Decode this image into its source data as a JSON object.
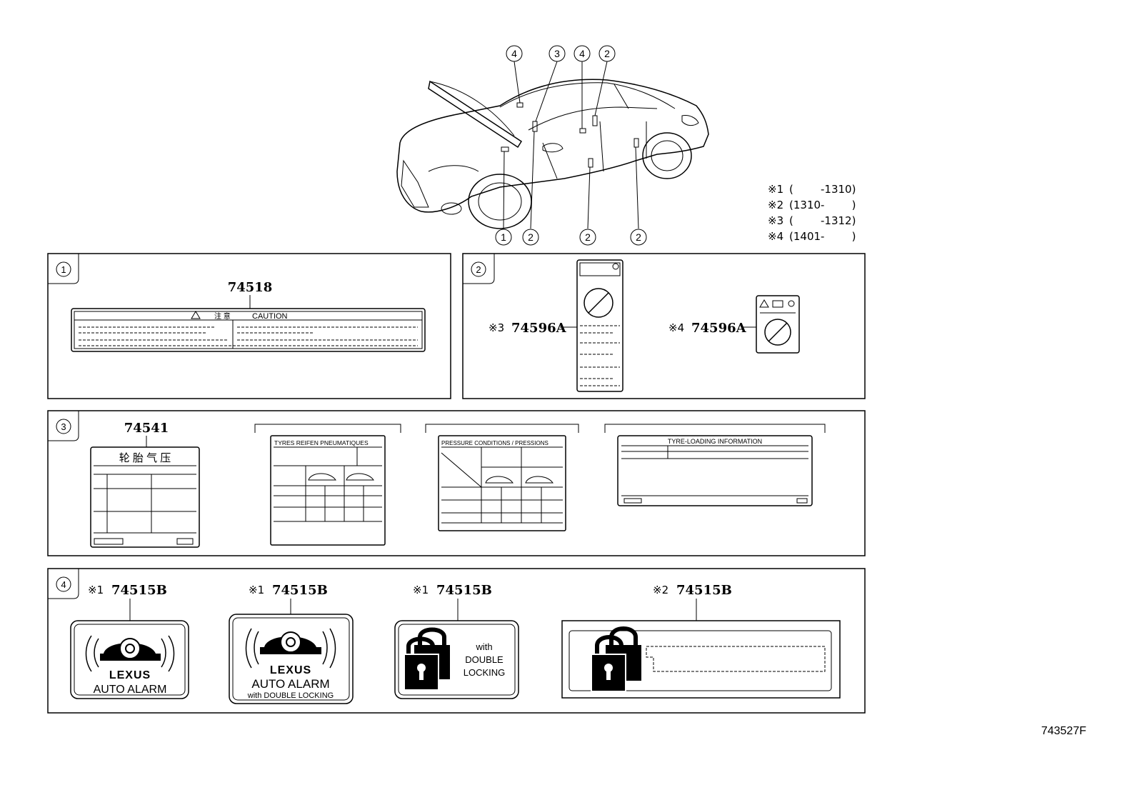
{
  "callouts_top": [
    "4",
    "3",
    "4",
    "2"
  ],
  "callouts_bottom": [
    "1",
    "2",
    "2",
    "2"
  ],
  "variant_notes": [
    {
      "mark": "※1",
      "range": "(        -1310)"
    },
    {
      "mark": "※2",
      "range": "(1310-        )"
    },
    {
      "mark": "※3",
      "range": "(        -1312)"
    },
    {
      "mark": "※4",
      "range": "(1401-        )"
    }
  ],
  "section1": {
    "index": "1",
    "part": "74518",
    "caution_text": "CAUTION",
    "cn_text": "注  意"
  },
  "section2": {
    "index": "2",
    "left": {
      "mark": "※3",
      "part": "74596A"
    },
    "right": {
      "mark": "※4",
      "part": "74596A"
    }
  },
  "section3": {
    "index": "3",
    "part": "74541",
    "label1_title": "轮 胎 气 压",
    "label2_title": "TYRES  REIFEN PNEUMATIQUES",
    "label3_title": "PRESSURE CONDITIONS / PRESSIONS",
    "label4_title": "TYRE-LOADING INFORMATION"
  },
  "section4": {
    "index": "4",
    "labels": [
      {
        "mark": "※1",
        "part": "74515B",
        "brand": "LEXUS",
        "line1": "AUTO ALARM",
        "line2": ""
      },
      {
        "mark": "※1",
        "part": "74515B",
        "brand": "LEXUS",
        "line1": "AUTO ALARM",
        "line2": "with DOUBLE LOCKING"
      },
      {
        "mark": "※1",
        "part": "74515B",
        "l1": "with",
        "l2": "DOUBLE",
        "l3": "LOCKING"
      },
      {
        "mark": "※2",
        "part": "74515B"
      }
    ]
  },
  "figure_code": "743527F"
}
